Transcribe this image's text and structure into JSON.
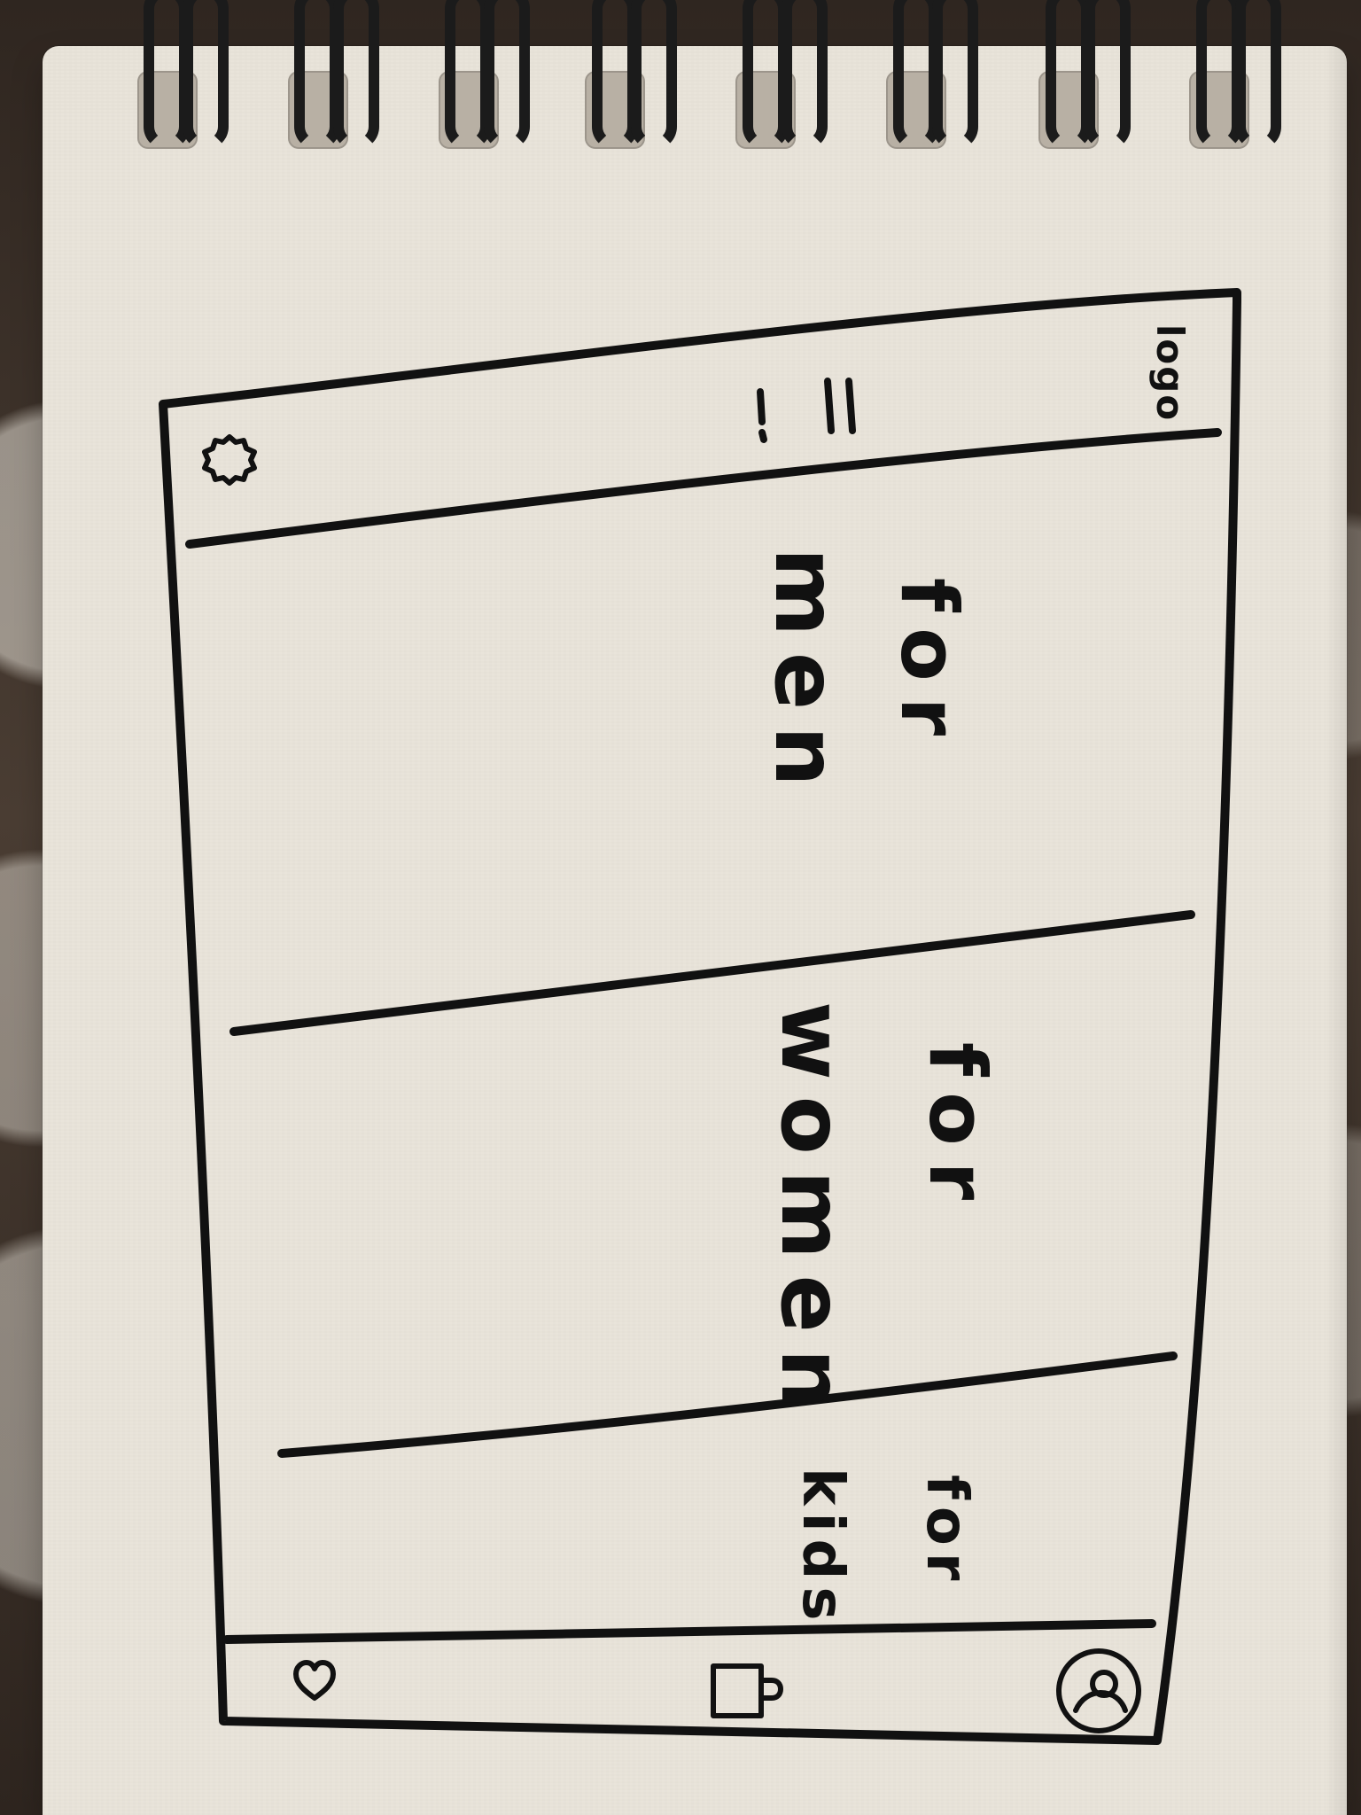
{
  "app": {
    "logo_text": "logo",
    "menu_icon": "menu-icon"
  },
  "sections": [
    {
      "for_label": "for",
      "name": "men"
    },
    {
      "for_label": "for",
      "name": "women"
    },
    {
      "for_label": "for",
      "name": "kids"
    }
  ],
  "bottom_nav": {
    "left_icon": "heart-icon",
    "center_icon": "shopping-bag-icon",
    "right_icon": "profile-icon"
  },
  "top_nav": {
    "left_icon": "settings-icon"
  },
  "colors": {
    "paper": "#e9e4da",
    "ink": "#111111",
    "background": "#3b3128"
  }
}
